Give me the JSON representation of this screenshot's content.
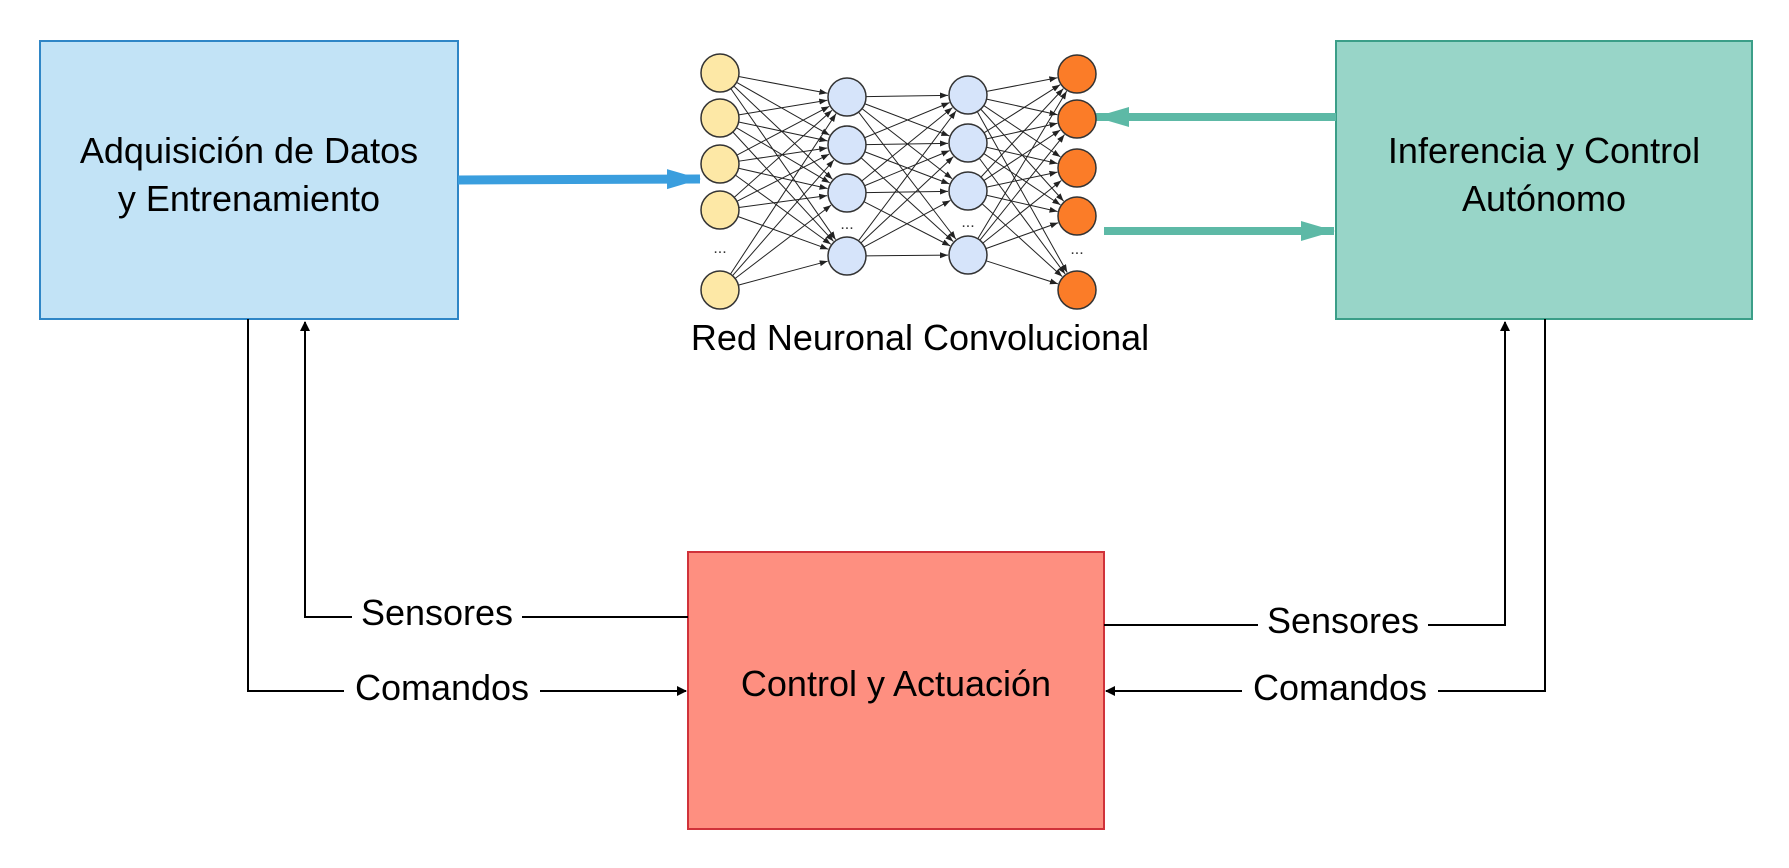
{
  "boxes": {
    "data_acquisition": {
      "line1": "Adquisición de Datos",
      "line2": "y Entrenamiento",
      "fill": "#c2e3f6",
      "stroke": "#2f86c6"
    },
    "inference": {
      "line1": "Inferencia y Control",
      "line2": "Autónomo",
      "fill": "#98d5c8",
      "stroke": "#3b9e88"
    },
    "control": {
      "label": "Control y Actuación",
      "fill": "#fe8f80",
      "stroke": "#d0323a"
    }
  },
  "neural_network": {
    "label": "Red Neuronal Convolucional",
    "ellipsis": "...",
    "colors": {
      "input": "#fde8a6",
      "hidden": "#d6e4fa",
      "output": "#fb7c28"
    }
  },
  "edges": {
    "left_sensors": "Sensores",
    "left_commands": "Comandos",
    "right_sensors": "Sensores",
    "right_commands": "Comandos"
  },
  "colors": {
    "blue_arrow": "#3a9ede",
    "teal_arrow": "#5db9a6",
    "line": "#000000"
  }
}
